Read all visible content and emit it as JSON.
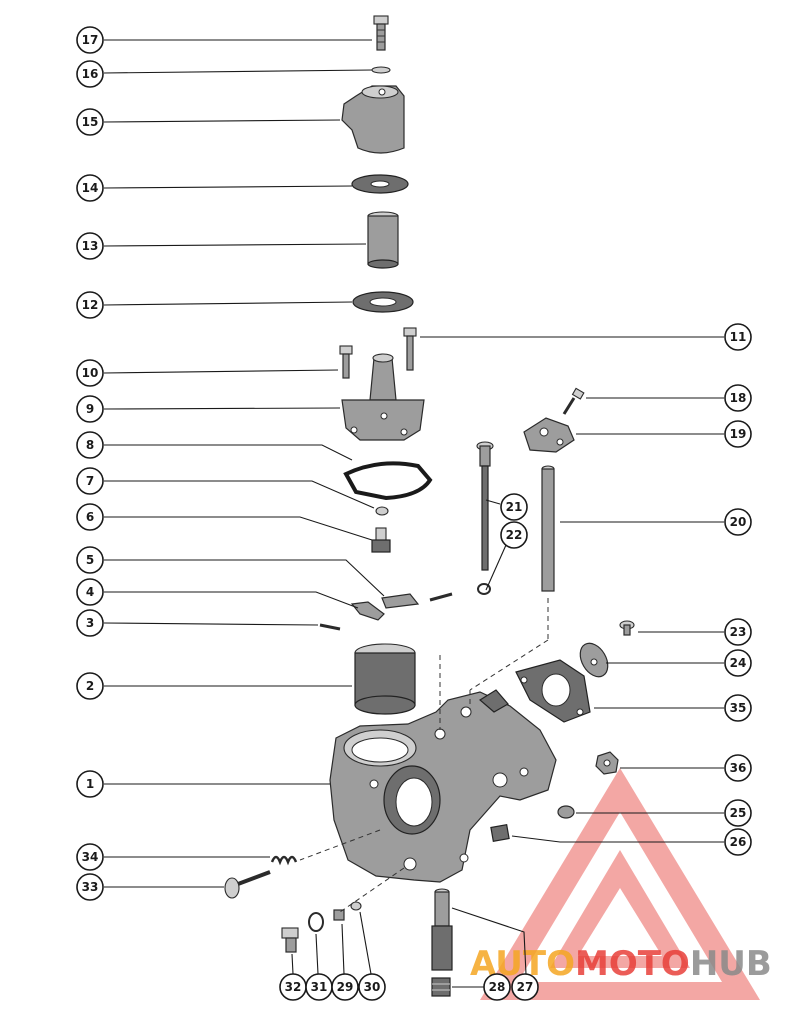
{
  "callouts": [
    "1",
    "2",
    "3",
    "4",
    "5",
    "6",
    "7",
    "8",
    "9",
    "10",
    "11",
    "12",
    "13",
    "14",
    "15",
    "16",
    "17",
    "18",
    "19",
    "20",
    "21",
    "22",
    "23",
    "24",
    "25",
    "26",
    "27",
    "28",
    "29",
    "30",
    "31",
    "32",
    "33",
    "34",
    "35",
    "36"
  ],
  "watermark": {
    "text_auto": "AUTO",
    "text_moto": "MOTO",
    "text_hub": "HUB"
  },
  "colors": {
    "watermark_red": "#e8403a",
    "watermark_orange": "#f5a623",
    "watermark_gray": "#8a8a8a",
    "ink": "#1a1a1a"
  }
}
